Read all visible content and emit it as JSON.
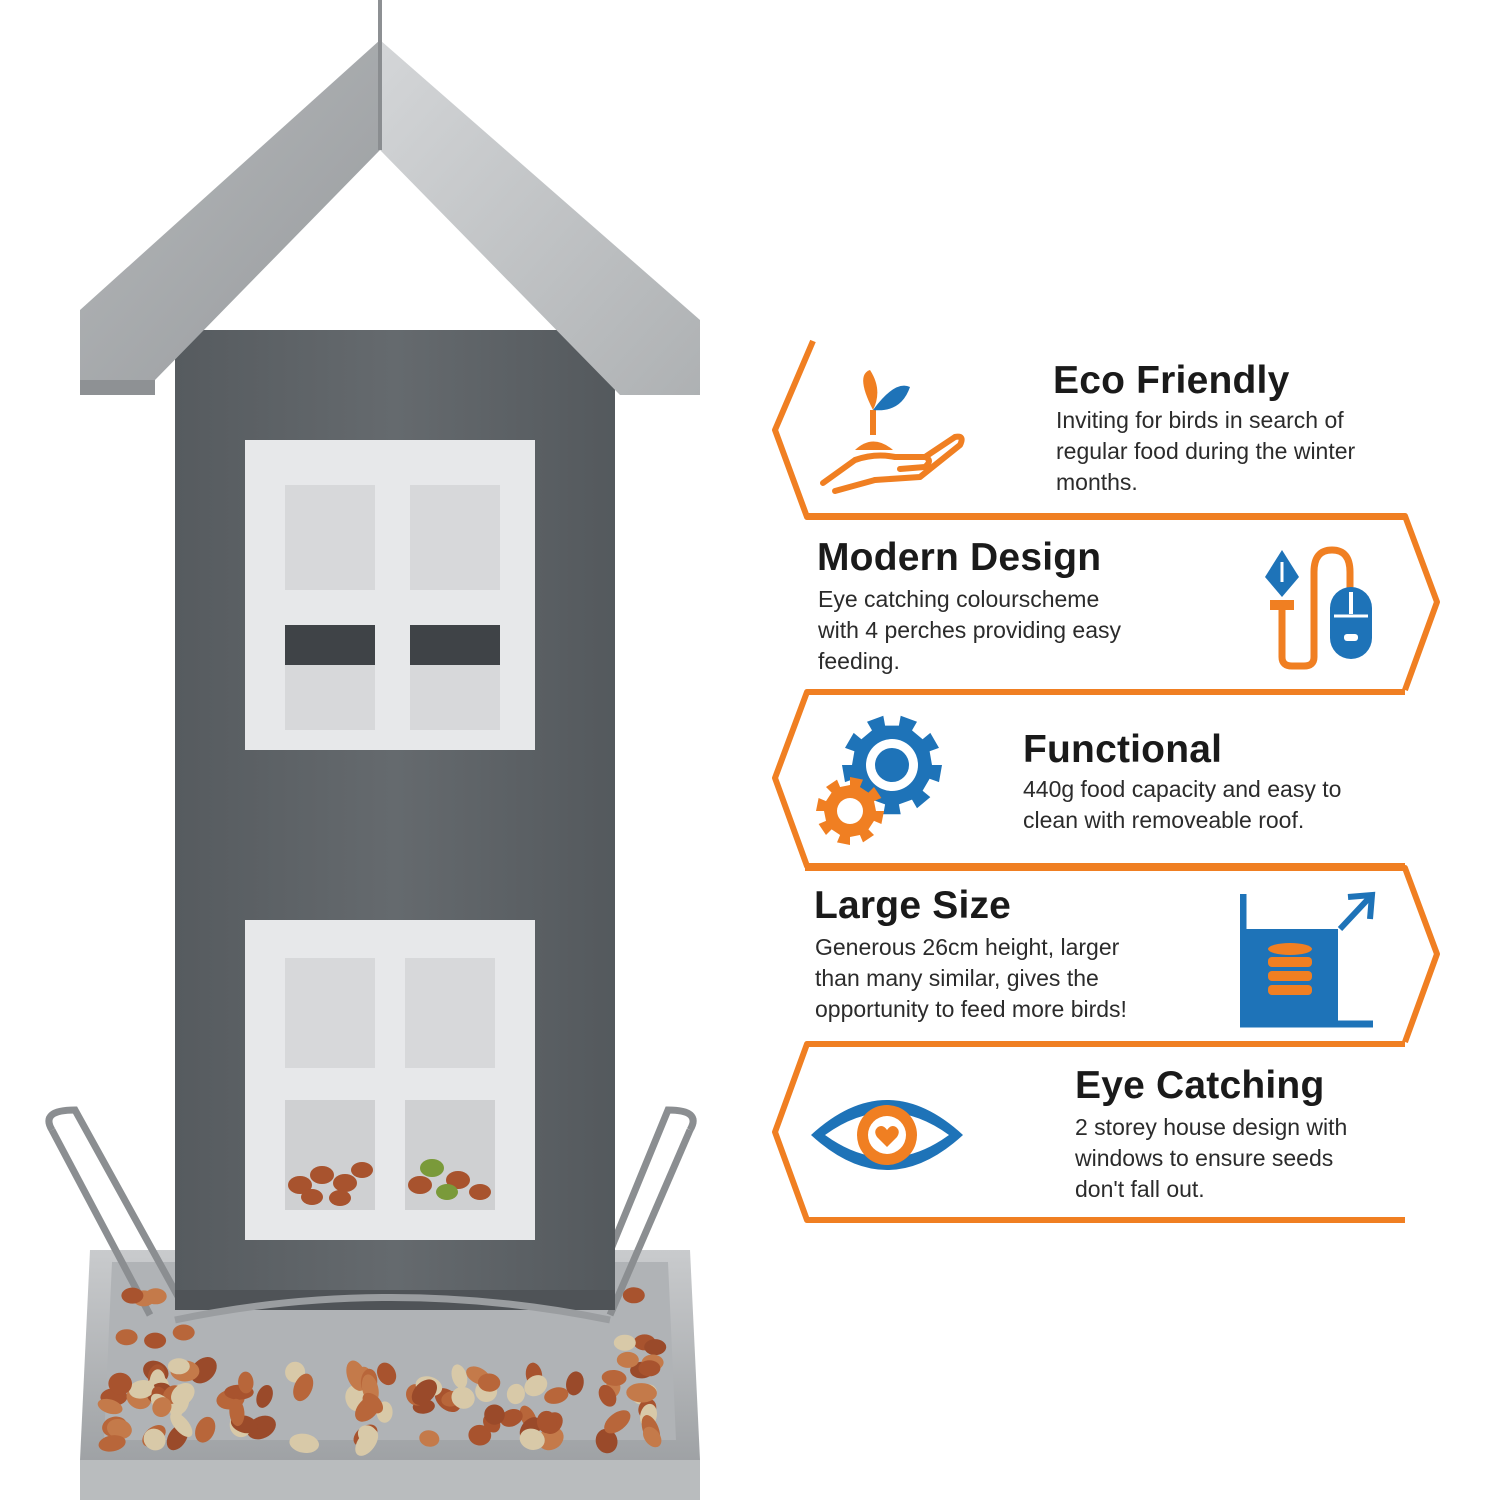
{
  "product": {
    "icon": "bird-feeder-house-illustration"
  },
  "colors": {
    "accent": "#F07F22",
    "blue": "#1E73B8",
    "body_gray": "#5E6367",
    "roof_gray": "#A9ACAE"
  },
  "features": [
    {
      "title": "Eco Friendly",
      "lines": [
        "Inviting for birds in search of",
        "regular food during the winter",
        "months."
      ],
      "icon": "plant-in-hand-icon"
    },
    {
      "title": "Modern Design",
      "lines": [
        "Eye catching colourscheme",
        "with 4 perches providing easy",
        "feeding."
      ],
      "icon": "pen-tool-mouse-icon"
    },
    {
      "title": "Functional",
      "lines": [
        "440g food capacity and easy to",
        "clean with removeable roof."
      ],
      "icon": "gears-icon"
    },
    {
      "title": "Large Size",
      "lines": [
        "Generous 26cm height, larger",
        "than many similar, gives the",
        "opportunity to feed more birds!"
      ],
      "icon": "database-expand-icon"
    },
    {
      "title": "Eye Catching",
      "lines": [
        "2 storey house design with",
        "windows to ensure seeds",
        "don't fall out."
      ],
      "icon": "eye-heart-icon"
    }
  ]
}
